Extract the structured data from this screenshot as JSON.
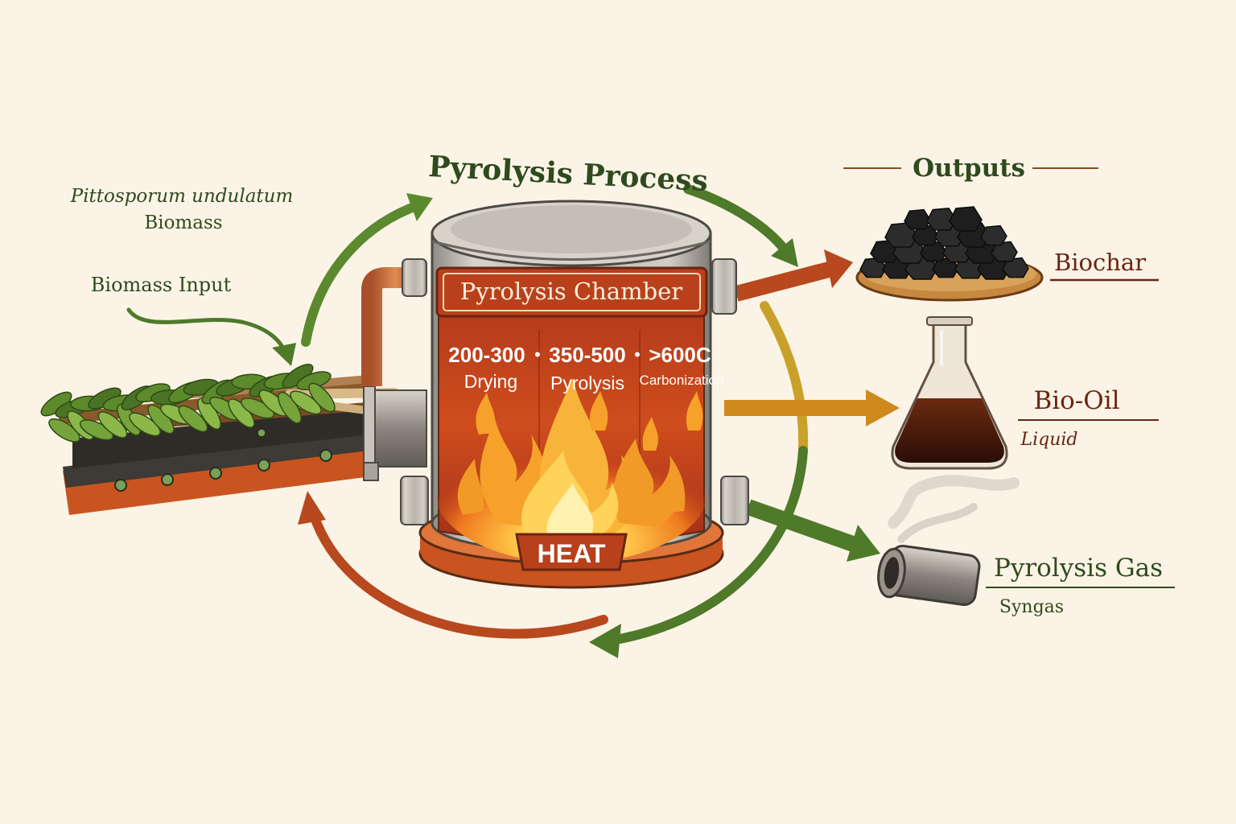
{
  "title": "Pyrolysis Process",
  "input": {
    "species_line1": "Pittosporum undulatum",
    "species_line2": "Biomass",
    "input_label": "Biomass Input"
  },
  "chamber": {
    "label": "Pyrolysis Chamber",
    "zones": [
      {
        "temp": "200-300",
        "name": "Drying"
      },
      {
        "temp": "350-500",
        "name": "Pyrolysis"
      },
      {
        "temp": ">600C",
        "name": "Carbonization"
      }
    ],
    "separator": "•",
    "heat_label": "HEAT"
  },
  "outputs": {
    "heading": "Outputs",
    "items": [
      {
        "name": "Biochar",
        "sub": ""
      },
      {
        "name": "Bio-Oil",
        "sub": "Liquid"
      },
      {
        "name": "Pyrolysis Gas",
        "sub": "Syngas"
      }
    ]
  },
  "colors": {
    "green": "#4e7a2a",
    "dark_green": "#2f4a1f",
    "rust": "#b8481e",
    "amber": "#c9851a",
    "maroon": "#6b2414",
    "background": "#fbf4e6"
  }
}
